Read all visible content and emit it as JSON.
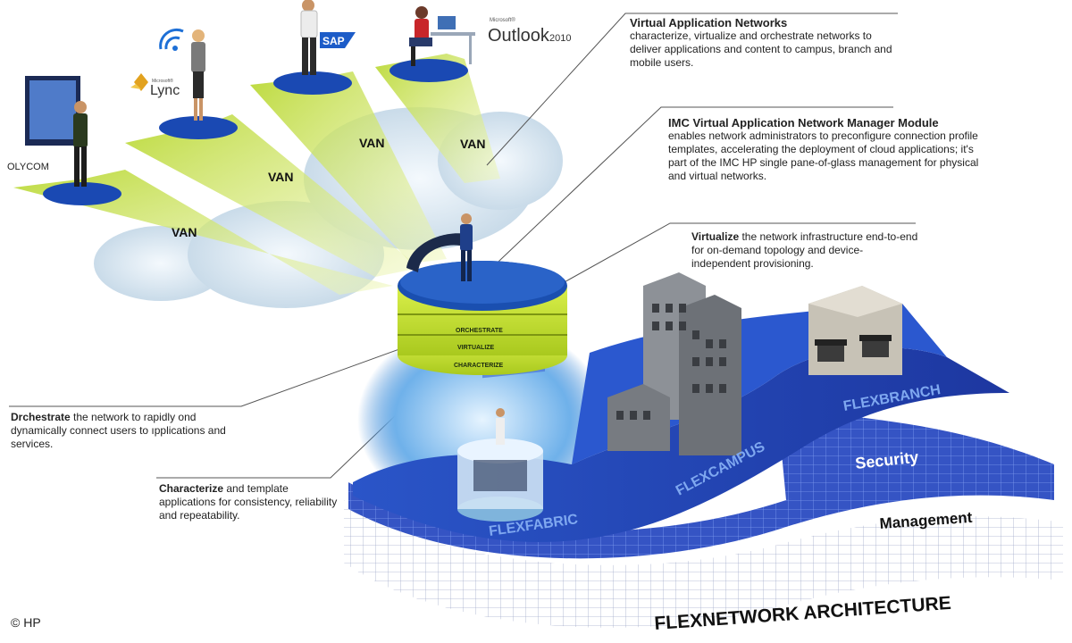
{
  "apps": {
    "polycom": "OLYCOM",
    "lync_small": "Microsoft®",
    "lync": "Lync",
    "sap": "SAP",
    "outlook_small": "Microsoft®",
    "outlook": "Outlook",
    "outlook_year": "2010"
  },
  "van_label": "VAN",
  "disc_bands": [
    "ORCHESTRATE",
    "VIRTUALIZE",
    "CHARACTERIZE"
  ],
  "callouts": {
    "van": {
      "title": "Virtual Application Networks",
      "text": "characterize, virtualize and orchestrate networks to deliver applications and content to campus, branch and mobile users."
    },
    "imc": {
      "title": "IMC Virtual Application Network Manager Module",
      "text": "enables network administrators to preconfigure connection profile templates, accelerating the deployment of cloud applications; it's part of the IMC HP single pane-of-glass management for physical and virtual networks."
    },
    "virtualize": {
      "lead": "Virtualize",
      "text": " the network infrastructure end-to-end for on-demand topology and device-independent provisioning."
    },
    "orchestrate": {
      "lead": "Drchestrate",
      "text": " the network to rapidly ond dynamically connect users to ıpplications and services."
    },
    "characterize": {
      "lead": "Characterize",
      "text": " and template applications for consistency, reliability and repeatability."
    }
  },
  "layers": {
    "flexfabric": "FLEXFABRIC",
    "flexcampus": "FLEXCAMPUS",
    "flexbranch": "FLEXBRANCH",
    "security": "Security",
    "management": "Management"
  },
  "architecture_title": "FLEXNETWORK ARCHITECTURE",
  "copyright": "© HP",
  "colors": {
    "beam": "#c8e04a",
    "disc_blue": "#1a4fb0",
    "platform_blue": "#1f3fa8",
    "cloud": "#d7e6f2"
  }
}
